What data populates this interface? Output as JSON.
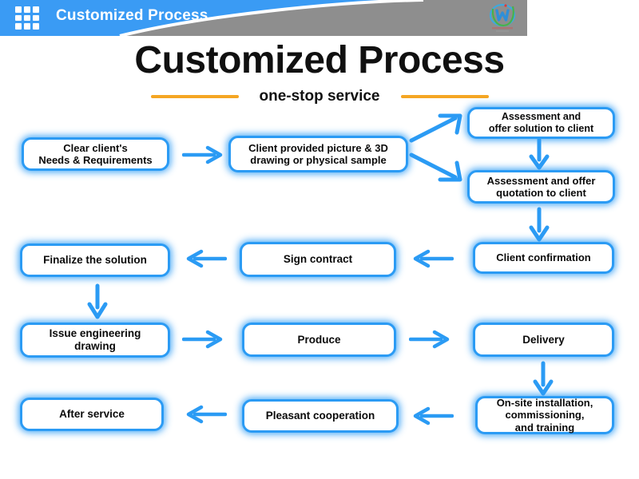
{
  "header": {
    "title": "Customized Process",
    "grid_icon": "grid-apps-icon",
    "logo_icon": "company-logo-icon",
    "bar_color": "#3a9bf4",
    "panel_color": "#8e8e8e"
  },
  "title_block": {
    "main_title": "Customized Process",
    "subtitle": "one-stop service",
    "rule_color": "#f5a623"
  },
  "theme": {
    "box_border": "#2b9bf4",
    "box_fill": "#ffffff",
    "arrow_color": "#2b9bf4",
    "text_color": "#0a0a0a"
  },
  "flowchart": {
    "type": "process-flow",
    "nodes": [
      {
        "id": "n1",
        "label": "Clear client's\nNeeds & Requirements"
      },
      {
        "id": "n2",
        "label": "Client provided picture & 3D\ndrawing or physical sample"
      },
      {
        "id": "n3",
        "label": "Assessment and\noffer solution to client"
      },
      {
        "id": "n4",
        "label": "Assessment and offer\nquotation to client"
      },
      {
        "id": "n5",
        "label": "Client confirmation"
      },
      {
        "id": "n6",
        "label": "Sign contract"
      },
      {
        "id": "n7",
        "label": "Finalize the solution"
      },
      {
        "id": "n8",
        "label": "Issue engineering\ndrawing"
      },
      {
        "id": "n9",
        "label": "Produce"
      },
      {
        "id": "n10",
        "label": "Delivery"
      },
      {
        "id": "n11",
        "label": "On-site installation,\ncommissioning,\nand training"
      },
      {
        "id": "n12",
        "label": "Pleasant cooperation"
      },
      {
        "id": "n13",
        "label": "After service"
      }
    ],
    "edges": [
      {
        "from": "n1",
        "to": "n2",
        "direction": "right"
      },
      {
        "from": "n2",
        "to": "n3",
        "direction": "up-right"
      },
      {
        "from": "n2",
        "to": "n4",
        "direction": "down-right"
      },
      {
        "from": "n3",
        "to": "n4",
        "direction": "down"
      },
      {
        "from": "n4",
        "to": "n5",
        "direction": "down"
      },
      {
        "from": "n5",
        "to": "n6",
        "direction": "left"
      },
      {
        "from": "n6",
        "to": "n7",
        "direction": "left"
      },
      {
        "from": "n7",
        "to": "n8",
        "direction": "down"
      },
      {
        "from": "n8",
        "to": "n9",
        "direction": "right"
      },
      {
        "from": "n9",
        "to": "n10",
        "direction": "right"
      },
      {
        "from": "n10",
        "to": "n11",
        "direction": "down"
      },
      {
        "from": "n11",
        "to": "n12",
        "direction": "left"
      },
      {
        "from": "n12",
        "to": "n13",
        "direction": "left"
      }
    ]
  }
}
